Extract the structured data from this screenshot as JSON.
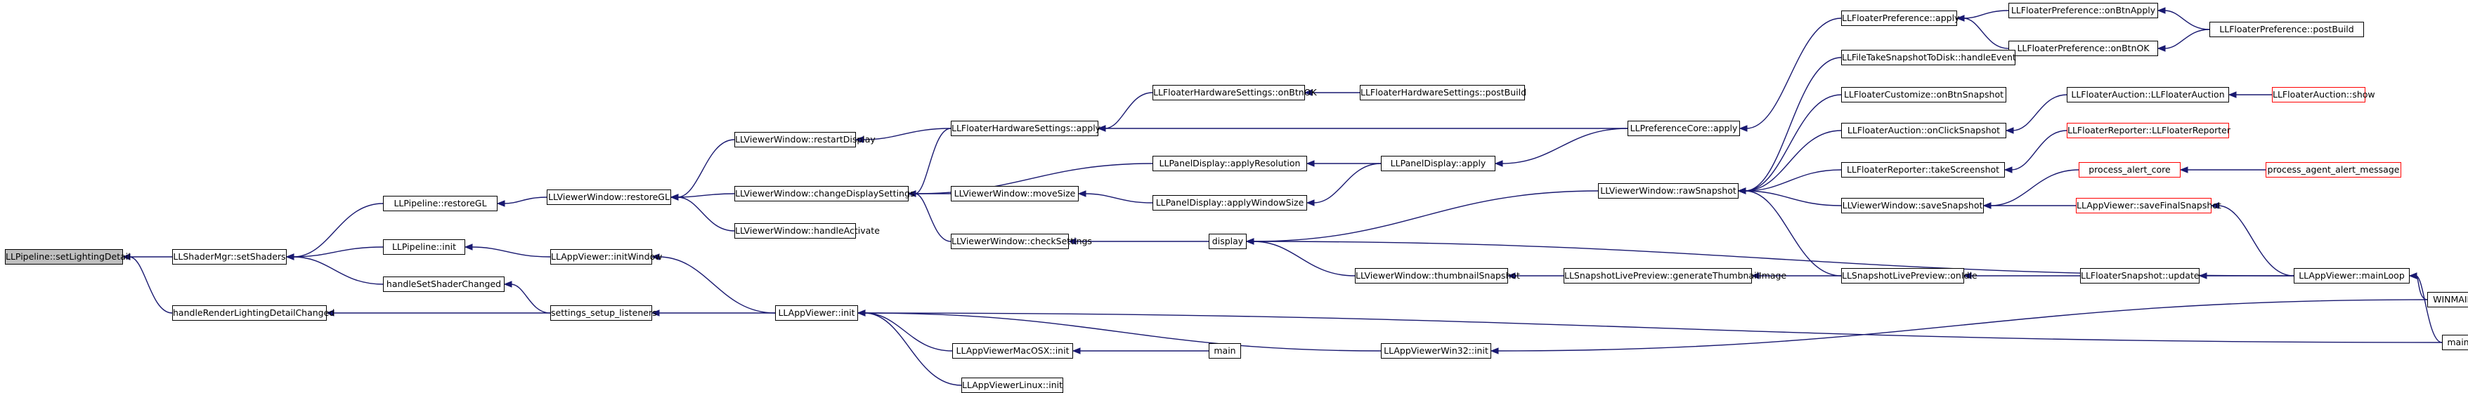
{
  "diagram": {
    "type": "caller-graph",
    "colors": {
      "edge": "#191970",
      "node_border": "#000000",
      "node_border_undocumented": "#ff0000",
      "root_fill": "#bfbfbf"
    },
    "nodes": [
      {
        "id": "n0",
        "label": "LLPipeline::setLightingDetail",
        "root": true
      },
      {
        "id": "n1",
        "label": "LLShaderMgr::setShaders"
      },
      {
        "id": "n2",
        "label": "handleRenderLightingDetailChanged"
      },
      {
        "id": "n3",
        "label": "LLPipeline::restoreGL"
      },
      {
        "id": "n4",
        "label": "LLPipeline::init"
      },
      {
        "id": "n5",
        "label": "handleSetShaderChanged"
      },
      {
        "id": "n6",
        "label": "settings_setup_listeners"
      },
      {
        "id": "n7",
        "label": "LLViewerWindow::restoreGL"
      },
      {
        "id": "n8",
        "label": "LLAppViewer::initWindow"
      },
      {
        "id": "n9",
        "label": "LLAppViewer::init"
      },
      {
        "id": "n10",
        "label": "LLViewerWindow::restartDisplay"
      },
      {
        "id": "n11",
        "label": "LLViewerWindow::changeDisplaySettings"
      },
      {
        "id": "n12",
        "label": "LLViewerWindow::handleActivate"
      },
      {
        "id": "n13",
        "label": "LLFloaterHardwareSettings::apply"
      },
      {
        "id": "n14",
        "label": "LLPanelDisplay::applyResolution"
      },
      {
        "id": "n15",
        "label": "LLViewerWindow::moveSize"
      },
      {
        "id": "n16",
        "label": "LLViewerWindow::checkSettings"
      },
      {
        "id": "n17",
        "label": "LLPanelDisplay::applyWindowSize"
      },
      {
        "id": "n18",
        "label": "LLFloaterHardwareSettings::onBtnOK"
      },
      {
        "id": "n19",
        "label": "LLFloaterHardwareSettings::postBuild"
      },
      {
        "id": "n20",
        "label": "LLPanelDisplay::apply"
      },
      {
        "id": "n21",
        "label": "LLPreferenceCore::apply"
      },
      {
        "id": "n22",
        "label": "LLFloaterPreference::apply"
      },
      {
        "id": "n23",
        "label": "LLFloaterPreference::onBtnApply"
      },
      {
        "id": "n24",
        "label": "LLFloaterPreference::onBtnOK"
      },
      {
        "id": "n25",
        "label": "LLFloaterPreference::postBuild"
      },
      {
        "id": "n26",
        "label": "LLAppViewerMacOSX::init"
      },
      {
        "id": "n27",
        "label": "main"
      },
      {
        "id": "n28",
        "label": "LLAppViewerWin32::init"
      },
      {
        "id": "n29",
        "label": "LLAppViewerLinux::init"
      },
      {
        "id": "n30",
        "label": "display"
      },
      {
        "id": "n31",
        "label": "LLViewerWindow::rawSnapshot"
      },
      {
        "id": "n32",
        "label": "LLViewerWindow::thumbnailSnapshot"
      },
      {
        "id": "n33",
        "label": "LLSnapshotLivePreview::generateThumbnailImage"
      },
      {
        "id": "n34",
        "label": "LLSnapshotLivePreview::onIdle"
      },
      {
        "id": "n35",
        "label": "LLFloaterSnapshot::update"
      },
      {
        "id": "n36",
        "label": "LLAppViewer::mainLoop"
      },
      {
        "id": "n37",
        "label": "WINMAIN"
      },
      {
        "id": "n38",
        "label": "main"
      },
      {
        "id": "n39",
        "label": "LLFileTakeSnapshotToDisk::handleEvent"
      },
      {
        "id": "n40",
        "label": "LLFloaterCustomize::onBtnSnapshot"
      },
      {
        "id": "n41",
        "label": "LLFloaterAuction::onClickSnapshot"
      },
      {
        "id": "n42",
        "label": "LLFloaterAuction::LLFloaterAuction"
      },
      {
        "id": "n43",
        "label": "LLFloaterAuction::show",
        "undocumented": true
      },
      {
        "id": "n44",
        "label": "LLFloaterReporter::takeScreenshot"
      },
      {
        "id": "n45",
        "label": "LLFloaterReporter::LLFloaterReporter",
        "undocumented": true
      },
      {
        "id": "n46",
        "label": "LLViewerWindow::saveSnapshot"
      },
      {
        "id": "n47",
        "label": "process_alert_core",
        "undocumented": true
      },
      {
        "id": "n48",
        "label": "process_agent_alert_message",
        "undocumented": true
      },
      {
        "id": "n49",
        "label": "LLAppViewer::saveFinalSnapshot",
        "undocumented": true
      }
    ],
    "edges": [
      [
        "n1",
        "n0"
      ],
      [
        "n2",
        "n0"
      ],
      [
        "n3",
        "n1"
      ],
      [
        "n4",
        "n1"
      ],
      [
        "n5",
        "n1"
      ],
      [
        "n6",
        "n2"
      ],
      [
        "n6",
        "n5"
      ],
      [
        "n7",
        "n3"
      ],
      [
        "n8",
        "n4"
      ],
      [
        "n9",
        "n6"
      ],
      [
        "n9",
        "n8"
      ],
      [
        "n10",
        "n7"
      ],
      [
        "n11",
        "n7"
      ],
      [
        "n12",
        "n7"
      ],
      [
        "n13",
        "n10"
      ],
      [
        "n13",
        "n11"
      ],
      [
        "n14",
        "n11"
      ],
      [
        "n15",
        "n11"
      ],
      [
        "n16",
        "n11"
      ],
      [
        "n17",
        "n15"
      ],
      [
        "n18",
        "n13"
      ],
      [
        "n21",
        "n13"
      ],
      [
        "n19",
        "n18"
      ],
      [
        "n20",
        "n14"
      ],
      [
        "n20",
        "n17"
      ],
      [
        "n21",
        "n20"
      ],
      [
        "n22",
        "n21"
      ],
      [
        "n23",
        "n22"
      ],
      [
        "n24",
        "n22"
      ],
      [
        "n25",
        "n23"
      ],
      [
        "n25",
        "n24"
      ],
      [
        "n30",
        "n16"
      ],
      [
        "n31",
        "n30"
      ],
      [
        "n32",
        "n30"
      ],
      [
        "n36",
        "n30"
      ],
      [
        "n33",
        "n32"
      ],
      [
        "n34",
        "n33"
      ],
      [
        "n35",
        "n34"
      ],
      [
        "n36",
        "n35"
      ],
      [
        "n37",
        "n36"
      ],
      [
        "n38",
        "n36"
      ],
      [
        "n26",
        "n9"
      ],
      [
        "n27",
        "n26"
      ],
      [
        "n28",
        "n9"
      ],
      [
        "n29",
        "n9"
      ],
      [
        "n37",
        "n28"
      ],
      [
        "n38",
        "n9"
      ],
      [
        "n34",
        "n31"
      ],
      [
        "n39",
        "n31"
      ],
      [
        "n40",
        "n31"
      ],
      [
        "n41",
        "n31"
      ],
      [
        "n44",
        "n31"
      ],
      [
        "n46",
        "n31"
      ],
      [
        "n42",
        "n41"
      ],
      [
        "n43",
        "n42"
      ],
      [
        "n45",
        "n44"
      ],
      [
        "n47",
        "n46"
      ],
      [
        "n48",
        "n47"
      ],
      [
        "n49",
        "n46"
      ],
      [
        "n36",
        "n49"
      ]
    ]
  }
}
